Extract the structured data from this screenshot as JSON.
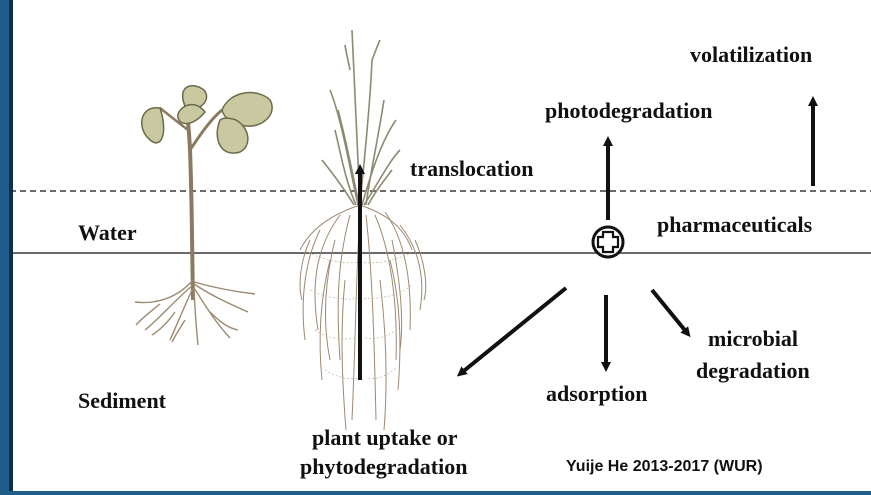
{
  "labels": {
    "volatilization": "volatilization",
    "photodegradation": "photodegradation",
    "translocation": "translocation",
    "water": "Water",
    "pharmaceuticals": "pharmaceuticals",
    "microbial_line1": "microbial",
    "microbial_line2": "degradation",
    "adsorption": "adsorption",
    "sediment": "Sediment",
    "uptake_line1": "plant uptake or",
    "uptake_line2": "phytodegradation",
    "credit": "Yuije He 2013-2017 (WUR)"
  },
  "colors": {
    "accent": "#1f5d8a",
    "ink": "#111111",
    "leaf": "#c8c9a0",
    "root": "#9b8a70"
  },
  "icons": {
    "pharmaceutical_symbol": "circled-cross-icon"
  }
}
